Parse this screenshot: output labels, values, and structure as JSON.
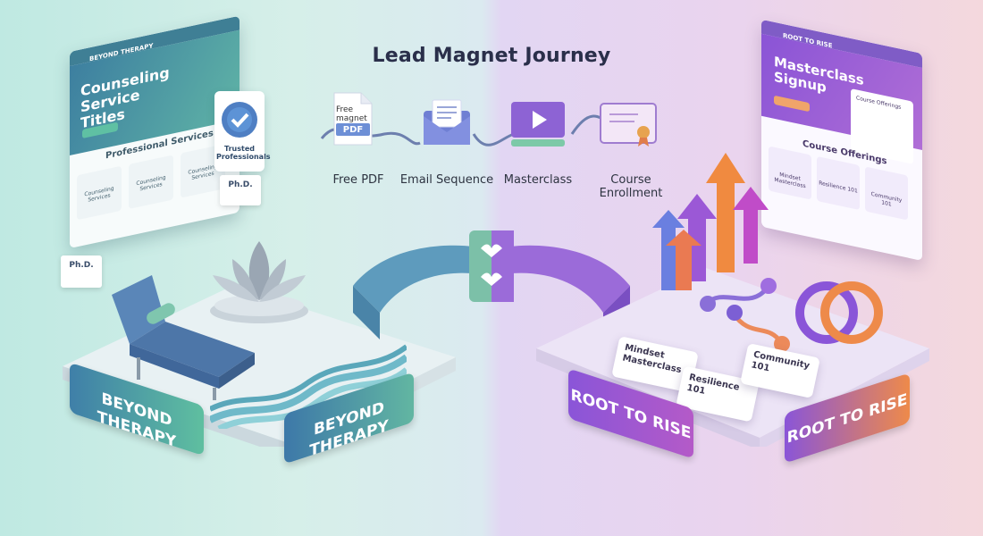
{
  "title": "Lead Magnet Journey",
  "journey": {
    "steps": [
      {
        "label": "Free PDF",
        "icon": "pdf-doc-icon",
        "icon_text": "Free magnet",
        "icon_tag": "PDF"
      },
      {
        "label": "Email Sequence",
        "icon": "envelope-icon"
      },
      {
        "label": "Masterclass",
        "icon": "video-play-icon"
      },
      {
        "label": "Course Enrollment",
        "icon": "certificate-icon"
      }
    ]
  },
  "left": {
    "brand": "BEYOND THERAPY",
    "browser": {
      "nav_brand": "BEYOND THERAPY",
      "hero_title": "Counseling Service Titles",
      "section": "Professional Services",
      "cards": [
        "Counseling Services",
        "Counseling Services",
        "Counseling Services"
      ]
    },
    "badge": "Trusted Professionals",
    "phd": "Ph.D."
  },
  "right": {
    "brand": "ROOT TO RISE",
    "browser": {
      "nav_brand": "ROOT TO RISE",
      "hero_title": "Masterclass Signup",
      "sidebar_title": "Course Offerings",
      "section": "Course Offerings",
      "cards": [
        "Mindset Masterclass",
        "Resilience 101",
        "Community 101"
      ]
    },
    "cards": [
      "Mindset Masterclass",
      "Resilience 101",
      "Community 101"
    ]
  },
  "colors": {
    "left_accent": "#3f7f95",
    "left_green": "#5fb3a6",
    "right_accent": "#8a54d6",
    "right_orange": "#ee8a4a"
  }
}
